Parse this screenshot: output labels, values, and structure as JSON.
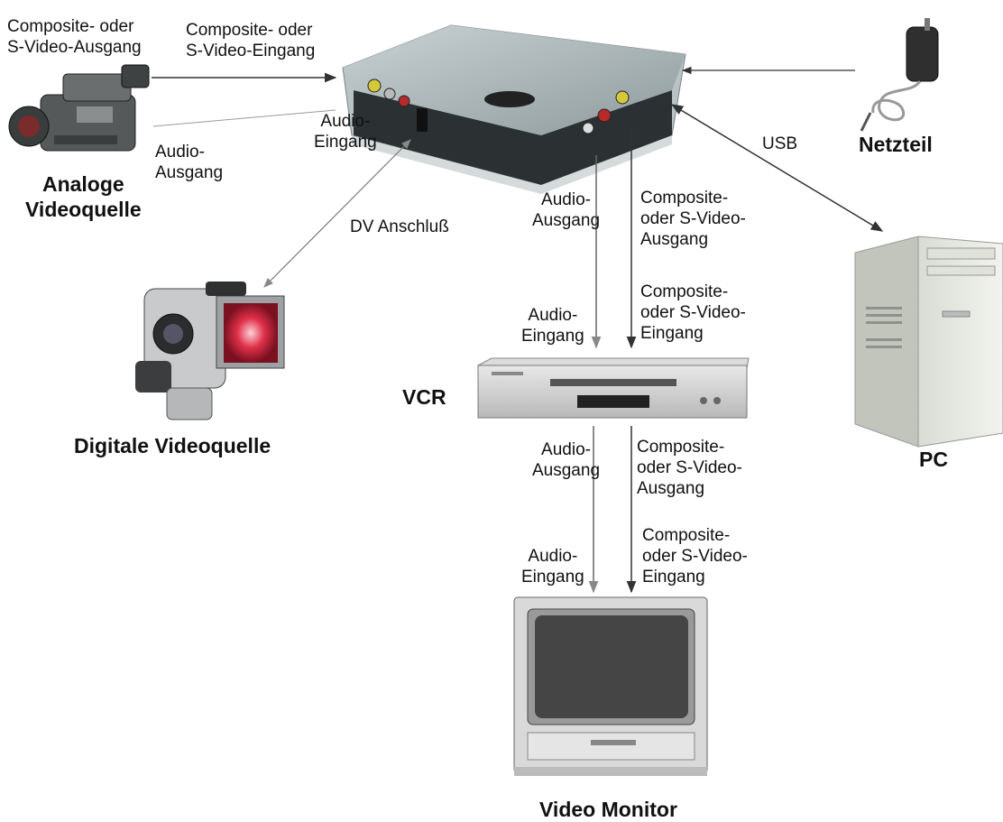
{
  "devices": {
    "analog_source": "Analoge\nVideoquelle",
    "digital_source": "Digitale Videoquelle",
    "power_supply": "Netzteil",
    "pc": "PC",
    "vcr": "VCR",
    "monitor": "Video Monitor"
  },
  "labels": {
    "analog_out_video": "Composite- oder\nS-Video-Ausgang",
    "box_in_video": "Composite- oder\nS-Video-Eingang",
    "analog_out_audio": "Audio-\nAusgang",
    "box_in_audio": "Audio-\nEingang",
    "dv_port": "DV Anschluß",
    "usb": "USB",
    "box_out_audio": "Audio-\nAusgang",
    "box_out_video": "Composite-\noder S-Video-\nAusgang",
    "vcr_in_audio": "Audio-\nEingang",
    "vcr_in_video": "Composite-\noder S-Video-\nEingang",
    "vcr_out_audio": "Audio-\nAusgang",
    "vcr_out_video": "Composite-\noder S-Video-\nAusgang",
    "mon_in_audio": "Audio-\nEingang",
    "mon_in_video": "Composite-\noder S-Video-\nEingang"
  }
}
